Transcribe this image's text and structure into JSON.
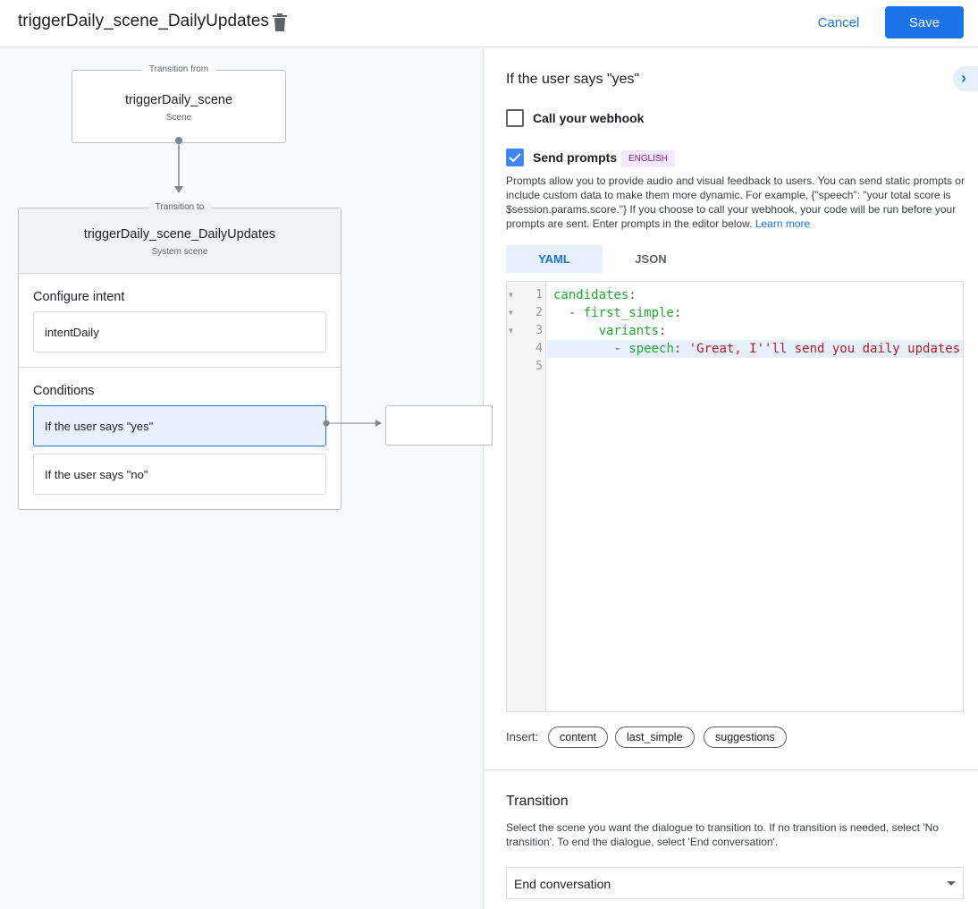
{
  "header": {
    "title": "triggerDaily_scene_DailyUpdates",
    "cancel": "Cancel",
    "save": "Save"
  },
  "canvas": {
    "from": {
      "legend": "Transition from",
      "name": "triggerDaily_scene",
      "type": "Scene"
    },
    "to": {
      "legend": "Transition to",
      "name": "triggerDaily_scene_DailyUpdates",
      "type": "System scene",
      "intent_title": "Configure intent",
      "intent": "intentDaily",
      "conditions_title": "Conditions",
      "conditions": [
        "If the user says \"yes\"",
        "If the user says \"no\""
      ]
    }
  },
  "panel": {
    "title": "If the user says \"yes\"",
    "webhook": {
      "label": "Call your webhook",
      "checked": false
    },
    "prompts": {
      "label": "Send prompts",
      "checked": true,
      "badge": "ENGLISH"
    },
    "description": "Prompts allow you to provide audio and visual feedback to users. You can send static prompts or include custom data to make them more dynamic. For example, {\"speech\": \"your total score is $session.params.score.\"} If you choose to call your webhook, your code will be run before your prompts are sent. Enter prompts in the editor below. ",
    "learn_more": "Learn more",
    "tabs": [
      "YAML",
      "JSON"
    ],
    "active_tab": "YAML",
    "code": {
      "l1k": "candidates",
      "l2k": "first_simple",
      "l3k": "variants",
      "l4k": "speech",
      "l4v": "'Great, I''ll send you daily updates.'"
    },
    "line_numbers": [
      "1",
      "2",
      "3",
      "4",
      "5"
    ],
    "insert_label": "Insert:",
    "insert_chips": [
      "content",
      "last_simple",
      "suggestions"
    ],
    "transition_title": "Transition",
    "transition_desc": "Select the scene you want the dialogue to transition to. If no transition is needed, select 'No transition'. To end the dialogue, select 'End conversation'.",
    "transition_value": "End conversation"
  },
  "colors": {
    "accent": "#1a73e8",
    "yaml_key": "#22a82f",
    "yaml_string": "#b71c1c"
  }
}
